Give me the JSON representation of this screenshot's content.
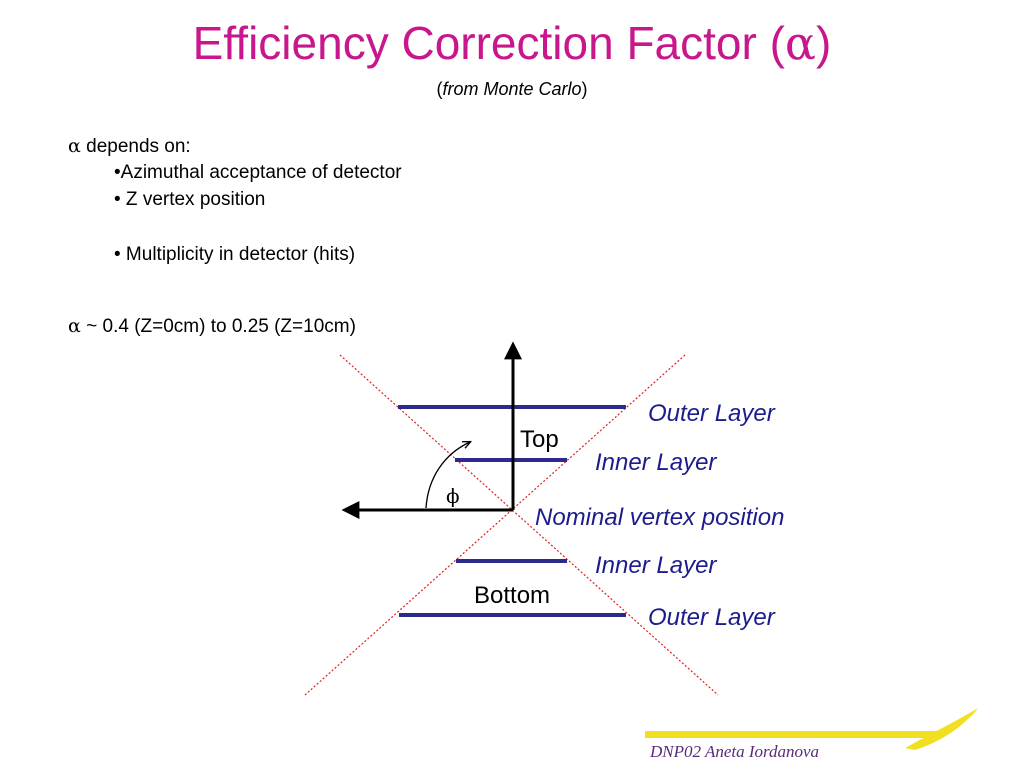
{
  "title": {
    "main": "Efficiency Correction Factor (",
    "symbol": "α",
    "close": ")"
  },
  "subtitle": {
    "open": "(",
    "italic": "from Monte Carlo",
    "close": ")"
  },
  "body": {
    "line1_symbol": "α",
    "line1_text": " depends on:",
    "bullet1": "•Azimuthal acceptance of detector",
    "bullet2": "• Z vertex position",
    "bullet3": "• Multiplicity in detector (hits)",
    "line2_symbol": "α",
    "line2_text": " ~ 0.4 (Z=0cm)  to 0.25 (Z=10cm)"
  },
  "diagram": {
    "labels": {
      "outer_top": "Outer Layer",
      "inner_top": "Inner Layer",
      "top": "Top",
      "phi": "ϕ",
      "nominal": "Nominal vertex position",
      "inner_bottom": "Inner Layer",
      "bottom": "Bottom",
      "outer_bottom": "Outer Layer"
    },
    "colors": {
      "layer_lines": "#2b2b8c",
      "cone_lines": "#e02020",
      "axes": "#000000"
    }
  },
  "footer": {
    "text": "DNP02   Aneta Iordanova",
    "swoosh_color": "#f0e020"
  }
}
